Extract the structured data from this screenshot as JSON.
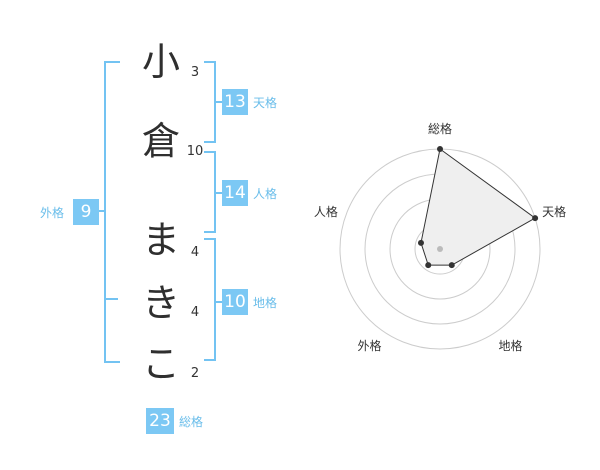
{
  "name_chars": [
    "小",
    "倉",
    "ま",
    "き",
    "こ"
  ],
  "stroke_counts": [
    "3",
    "10",
    "4",
    "4",
    "2"
  ],
  "fortunes": {
    "tenkaku": {
      "value": "13",
      "label": "天格"
    },
    "jinkaku": {
      "value": "14",
      "label": "人格"
    },
    "chikaku": {
      "value": "10",
      "label": "地格"
    },
    "gaikaku": {
      "value": "9",
      "label": "外格"
    },
    "soukaku": {
      "value": "23",
      "label": "総格"
    }
  },
  "chart_data": {
    "type": "radar",
    "axes": [
      "総格",
      "天格",
      "地格",
      "外格",
      "人格"
    ],
    "values": [
      5,
      5,
      1,
      1,
      1
    ],
    "max": 5,
    "rings": 4,
    "colors": {
      "fill": "#efefef",
      "line": "#333333",
      "grid": "#cccccc",
      "point": "#333333",
      "center": "#bbbbbb"
    }
  }
}
